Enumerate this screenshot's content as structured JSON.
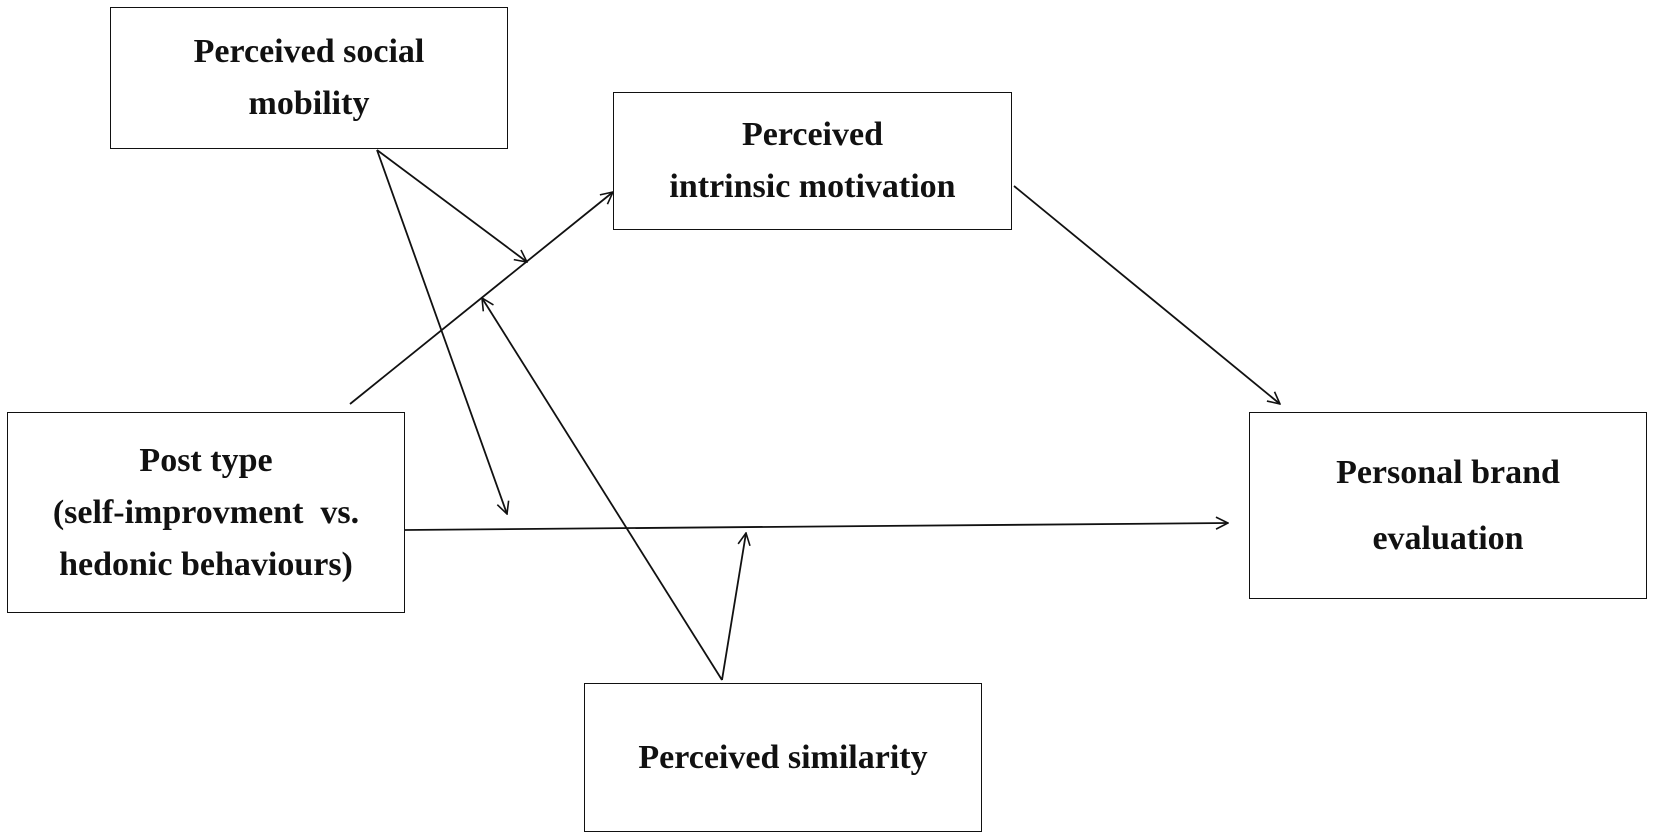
{
  "nodes": {
    "social_mobility": {
      "lines": [
        "Perceived social",
        "mobility"
      ]
    },
    "intrinsic_motivation": {
      "lines": [
        "Perceived",
        "intrinsic motivation"
      ]
    },
    "post_type": {
      "lines": [
        "Post type",
        "(self-improvment  vs.",
        "hedonic behaviours)"
      ]
    },
    "brand_evaluation": {
      "lines": [
        "Personal brand",
        "evaluation"
      ]
    },
    "similarity": {
      "lines": [
        "Perceived similarity"
      ]
    }
  },
  "edges": [
    {
      "from": "post_type",
      "to": "intrinsic_motivation",
      "kind": "path"
    },
    {
      "from": "intrinsic_motivation",
      "to": "brand_evaluation",
      "kind": "path"
    },
    {
      "from": "post_type",
      "to": "brand_evaluation",
      "kind": "path"
    },
    {
      "from": "social_mobility",
      "to": "post_type→intrinsic_motivation",
      "kind": "moderation"
    },
    {
      "from": "social_mobility",
      "to": "post_type→brand_evaluation",
      "kind": "moderation"
    },
    {
      "from": "similarity",
      "to": "post_type→intrinsic_motivation",
      "kind": "moderation"
    },
    {
      "from": "similarity",
      "to": "post_type→brand_evaluation",
      "kind": "moderation"
    }
  ],
  "colors": {
    "line": "#111111",
    "background": "#ffffff"
  }
}
